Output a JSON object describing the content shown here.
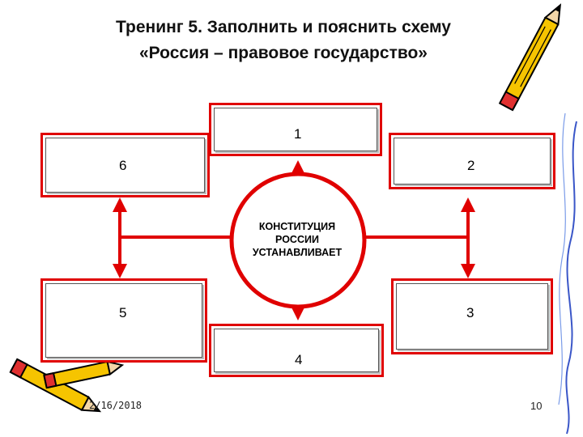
{
  "slide": {
    "title_line1": "Тренинг 5. Заполнить и пояснить схему",
    "title_line2": "«Россия – правовое государство»"
  },
  "diagram": {
    "center_lines": [
      "КОНСТИТУЦИЯ",
      "РОССИИ",
      "УСТАНАВЛИВАЕТ"
    ],
    "boxes": {
      "b1": "1",
      "b2": "2",
      "b3": "3",
      "b4": "4",
      "b5": "5",
      "b6": "6"
    },
    "accent_color": "#e00000"
  },
  "footer": {
    "date": "2/16/2018",
    "page": "10"
  },
  "decorations": {
    "top_right": "pencil-icon",
    "bottom_left": "pencils-icon",
    "right_edge": "squiggle-line"
  }
}
